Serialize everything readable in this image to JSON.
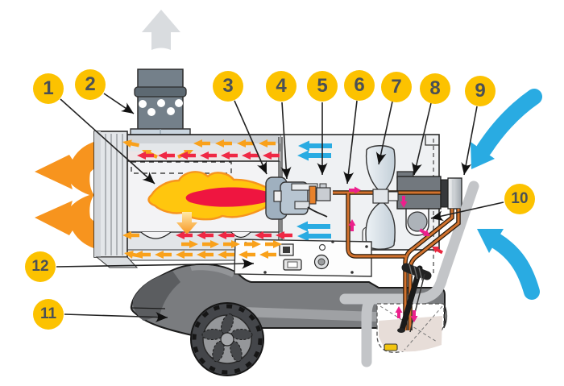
{
  "callouts": [
    {
      "label": "1"
    },
    {
      "label": "2"
    },
    {
      "label": "3"
    },
    {
      "label": "4"
    },
    {
      "label": "5"
    },
    {
      "label": "6"
    },
    {
      "label": "7"
    },
    {
      "label": "8"
    },
    {
      "label": "9"
    },
    {
      "label": "10"
    },
    {
      "label": "11"
    },
    {
      "label": "12"
    }
  ],
  "colors": {
    "callout_bg": "#FCC200",
    "callout_text": "#4A5056",
    "hot_air_arrow": "#F7941E",
    "cold_air_arrow": "#29ABE2",
    "exhaust_arrow": "#D9DCDF",
    "hot_flow_small": "#F9A11B",
    "flue_flow_small": "#EF2845",
    "fuel_flow_small": "#EC208C",
    "flame_outer": "#FFC60E",
    "flame_core": "#EF1540",
    "fuel_line": "#D2722E"
  }
}
